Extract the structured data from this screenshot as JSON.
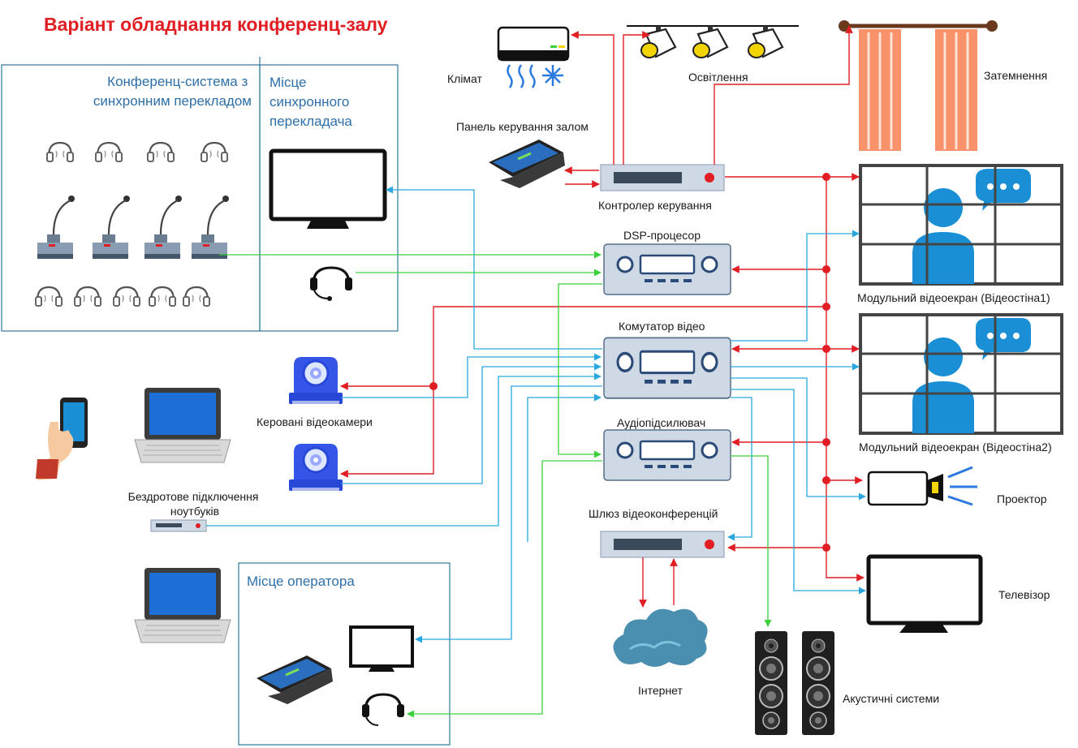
{
  "title": "Варіант обладнання конференц-залу",
  "zones": {
    "conference": "Конференц-система з синхронним перекладом",
    "translator": "Місце синхронного перекладача",
    "operator": "Місце оператора"
  },
  "labels": {
    "climate": "Клімат",
    "lighting": "Освітлення",
    "blackout": "Затемнення",
    "control_panel": "Панель керування залом",
    "controller": "Контролер керування",
    "dsp": "DSP-процесор",
    "video_switch": "Комутатор відео",
    "amplifier": "Аудіопідсилювач",
    "gateway": "Шлюз відеоконференцій",
    "internet": "Інтернет",
    "speakers": "Акустичні системи",
    "videowall1": "Модульний відеоекран (Відеостіна1)",
    "videowall2": "Модульний відеоекран (Відеостіна2)",
    "projector": "Проектор",
    "tv": "Телевізор",
    "cameras": "Керовані відеокамери",
    "wireless": "Бездротове підключення ноутбуків"
  },
  "colors": {
    "title": "#e01e24",
    "control_line": "#e01e24",
    "video_line": "#2aa7de",
    "audio_line": "#3cd03c",
    "zone_border": "#2e7a9a",
    "device_body": "#cfd9e6",
    "screen_blue": "#1b8fd6",
    "curtain": "#f8926b"
  }
}
